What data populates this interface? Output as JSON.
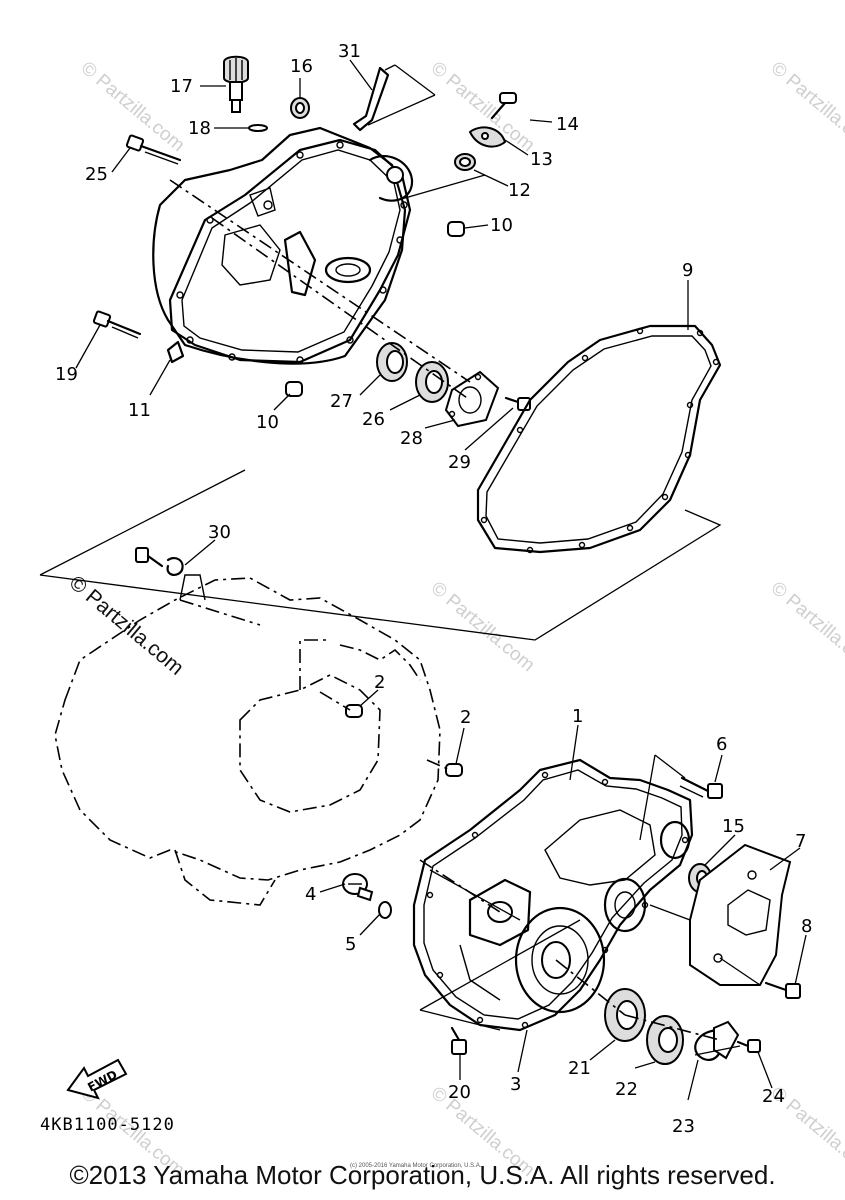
{
  "diagram": {
    "part_code": "4KB1100-5120",
    "fwd_label": "FWD",
    "watermark_text": "Partzilla.com",
    "watermark_main": "© Partzilla.com",
    "copyright": "©2013 Yamaha Motor Corporation, U.S.A. All rights reserved.",
    "tiny_copyright": "(c) 2005-2016 Yamaha Motor Corporation, U.S.A.",
    "callouts": [
      "1",
      "2",
      "2",
      "3",
      "4",
      "5",
      "6",
      "7",
      "8",
      "9",
      "10",
      "10",
      "11",
      "12",
      "13",
      "14",
      "15",
      "16",
      "17",
      "18",
      "19",
      "20",
      "21",
      "22",
      "23",
      "24",
      "25",
      "26",
      "27",
      "28",
      "29",
      "30",
      "31"
    ]
  }
}
